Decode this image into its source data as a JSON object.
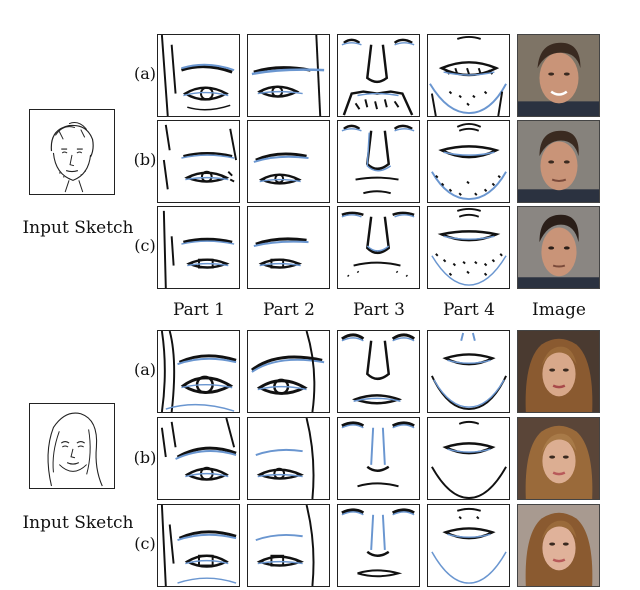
{
  "figure": {
    "input_label": "Input Sketch",
    "row_labels": [
      "(a)",
      "(b)",
      "(c)"
    ],
    "column_labels": [
      "Part 1",
      "Part 2",
      "Part 3",
      "Part 4",
      "Image"
    ]
  },
  "groups": [
    {
      "subject": "male",
      "photo_palette": {
        "bg": "#7e7466",
        "skin": "#c99478",
        "hair": "#3a2a20",
        "shirt": "#2b3240"
      }
    },
    {
      "subject": "female",
      "photo_palette": {
        "bg": "#4a3a30",
        "skin": "#d8a88a",
        "hair": "#8a5a30",
        "shirt": "#6a4a38"
      }
    }
  ],
  "colors": {
    "stroke": "#111111",
    "blue": "#6a96d0"
  }
}
